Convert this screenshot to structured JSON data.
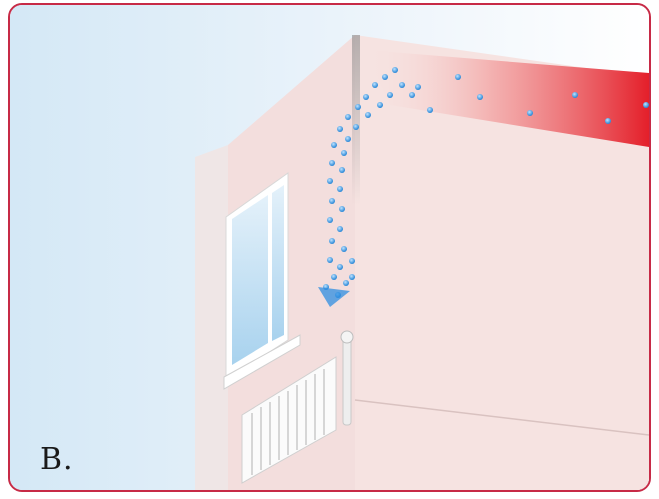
{
  "caption": "B.",
  "colors": {
    "border": "#c72a46",
    "wall": "#f7e4e2",
    "warm_air": "#e8202c",
    "cold_air": "#2f8ee0",
    "window_glass": "#bfe0f2"
  },
  "icons": {
    "warm_air_stream": "red-gradient-band",
    "cold_air_flow": "blue-droplet-arrow"
  }
}
